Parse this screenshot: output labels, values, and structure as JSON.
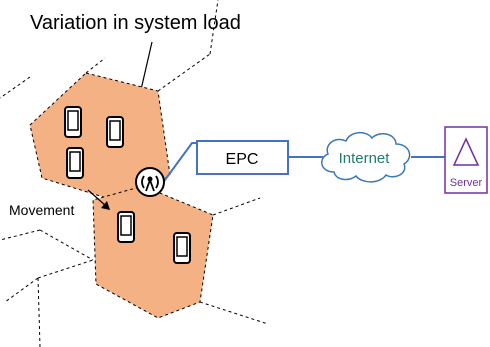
{
  "title": "Variation in system load",
  "movement_label": "Movement",
  "epc_label": "EPC",
  "internet_label": "Internet",
  "server_label": "Server",
  "colors": {
    "cell_fill": "#f4b183",
    "epc_border": "#4472c4",
    "link_color": "#4472c4",
    "cloud_stroke": "#3c78b4",
    "internet_text": "#1e7f6e",
    "server_border": "#7030a0",
    "server_text": "#7030a0"
  },
  "icons": [
    "smartphone-icon",
    "antenna-icon",
    "cloud-icon",
    "triangle-icon"
  ]
}
